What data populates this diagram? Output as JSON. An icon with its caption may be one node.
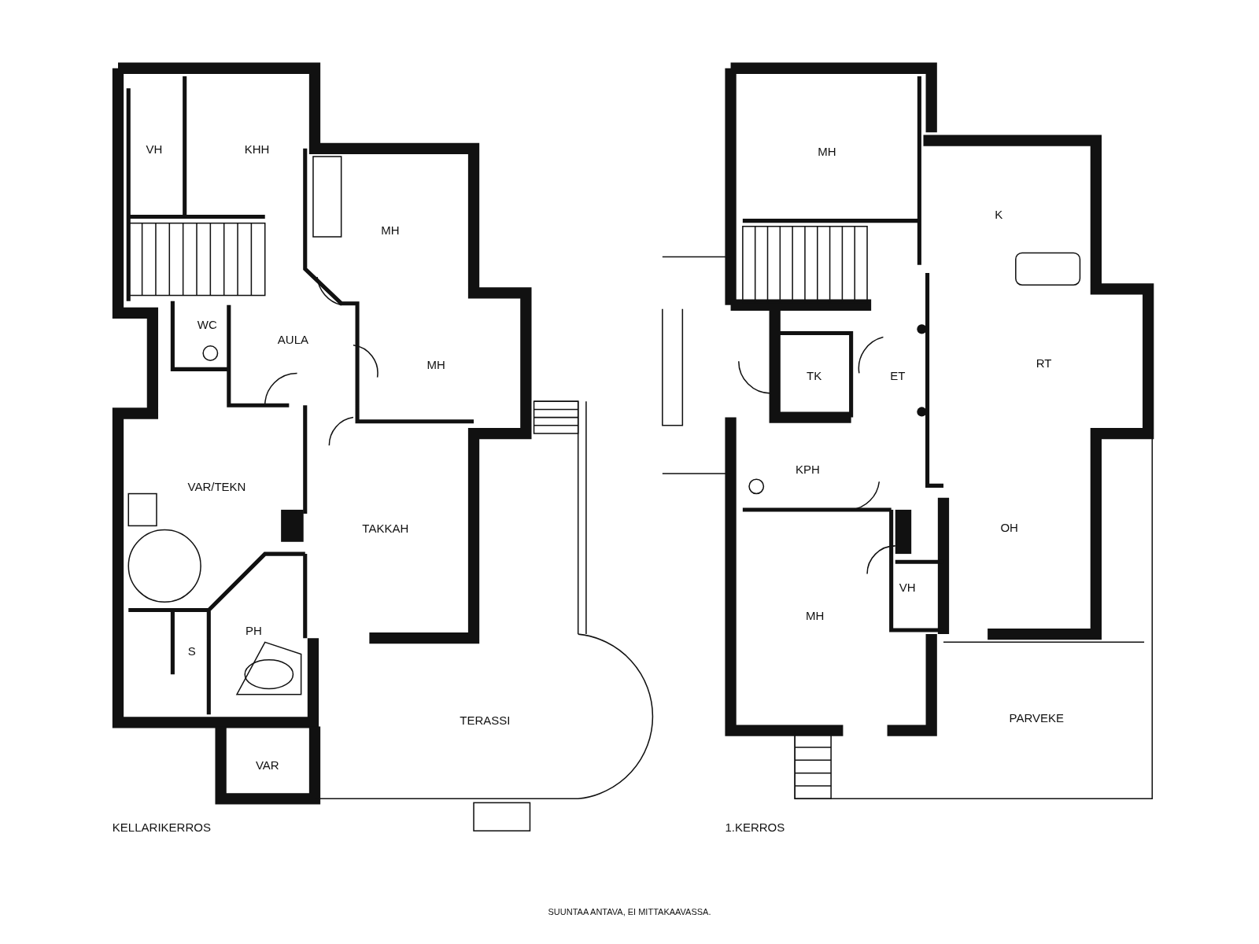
{
  "diagram": {
    "labels": [
      "VH",
      "KHH",
      "MH",
      "WC",
      "AULA",
      "MH",
      "VAR/TEKN",
      "TAKKAH",
      "PH",
      "S",
      "TERASSI",
      "VAR",
      "KELLARIKERROS",
      "MH",
      "K",
      "TK",
      "ET",
      "RT",
      "KPH",
      "OH",
      "VH",
      "MH",
      "PARVEKE",
      "1.KERROS",
      "SUUNTAA ANTAVA, EI MITTAKAAVASSA."
    ]
  }
}
